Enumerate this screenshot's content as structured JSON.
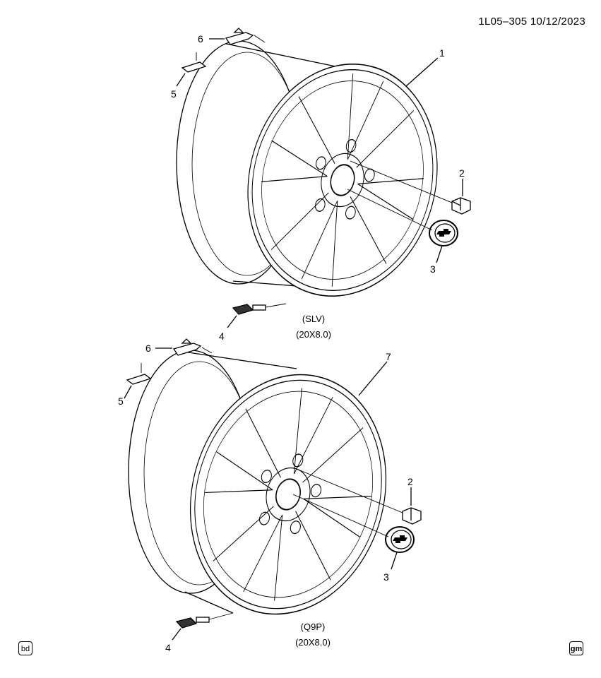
{
  "header": {
    "doc_id": "1L05–305  10/12/2023"
  },
  "upper": {
    "variant_code": "(SLV)",
    "variant_size": "(20X8.0)",
    "callouts": {
      "wheel": "1",
      "nut": "2",
      "cap": "3",
      "valve": "4",
      "weight_a": "5",
      "weight_b": "6"
    }
  },
  "lower": {
    "variant_code": "(Q9P)",
    "variant_size": "(20X8.0)",
    "callouts": {
      "wheel": "7",
      "nut": "2",
      "cap": "3",
      "valve": "4",
      "weight_a": "5",
      "weight_b": "6"
    }
  },
  "footer": {
    "left_badge": "bd",
    "right_badge": "gm"
  }
}
